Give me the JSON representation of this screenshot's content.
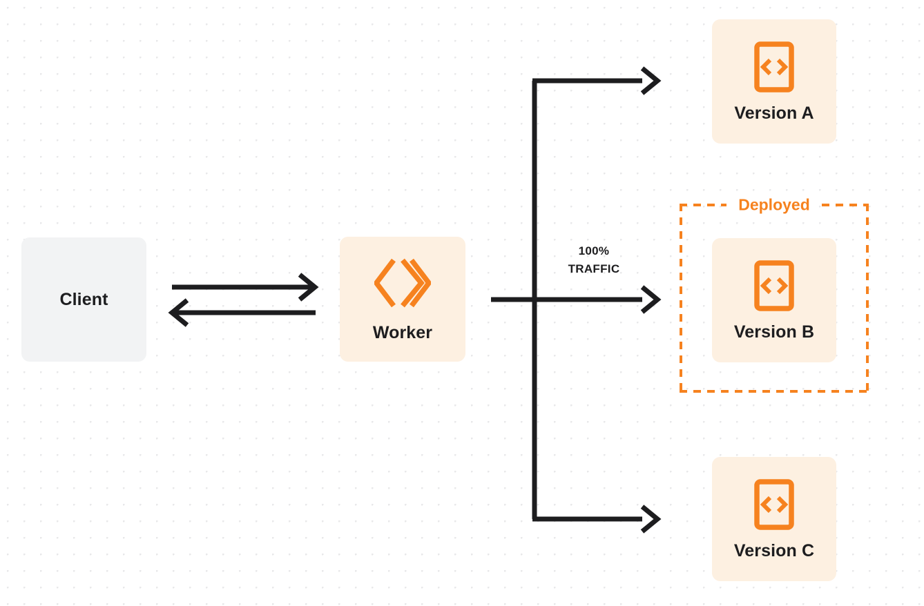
{
  "diagram": {
    "title": "Worker version routing with 100% traffic to deployed version",
    "background": {
      "color": "#ffffff",
      "dot_color": "#e8e8ea",
      "dot_spacing": 24
    },
    "colors": {
      "orange": "#f6821f",
      "card_orange_bg": "#fdf0e1",
      "card_gray_bg": "#f2f3f4",
      "text_dark": "#1d1d1f",
      "connector": "#1d1d1f"
    }
  },
  "nodes": {
    "client": {
      "label": "Client",
      "icon": "none"
    },
    "worker": {
      "label": "Worker",
      "icon": "cloudflare-workers-logo"
    },
    "version_a": {
      "label": "Version A",
      "icon": "code-file-icon"
    },
    "version_b": {
      "label": "Version B",
      "icon": "code-file-icon"
    },
    "version_c": {
      "label": "Version C",
      "icon": "code-file-icon"
    }
  },
  "groups": {
    "deployed": {
      "label": "Deployed",
      "border_style": "dashed",
      "border_color": "#f6821f"
    }
  },
  "annotations": {
    "traffic": {
      "percent": "100%",
      "caption": "TRAFFIC"
    }
  },
  "connectors": [
    {
      "name": "client-to-worker",
      "direction": "right",
      "label": ""
    },
    {
      "name": "worker-to-client",
      "direction": "left",
      "label": ""
    },
    {
      "name": "worker-to-version-a",
      "direction": "right",
      "label": ""
    },
    {
      "name": "worker-to-version-b",
      "direction": "right",
      "label": "100% TRAFFIC"
    },
    {
      "name": "worker-to-version-c",
      "direction": "right",
      "label": ""
    }
  ]
}
